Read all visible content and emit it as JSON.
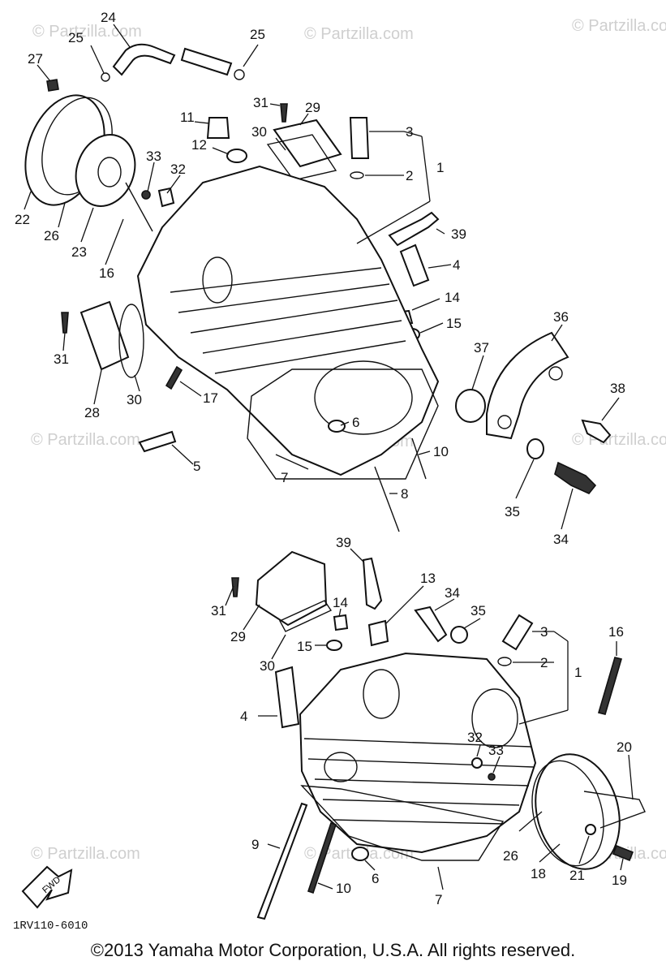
{
  "diagram_code": "1RV110-6010",
  "copyright": "©2013 Yamaha Motor Corporation, U.S.A. All rights reserved.",
  "watermark": "© Partzilla.com",
  "fwd_label": "FWD",
  "callouts_top": [
    "24",
    "25",
    "25",
    "27",
    "31",
    "29",
    "11",
    "3",
    "12",
    "30",
    "2",
    "1",
    "33",
    "32",
    "39",
    "22",
    "26",
    "23",
    "16",
    "4",
    "14",
    "15",
    "36",
    "31",
    "37",
    "17",
    "30",
    "28",
    "6",
    "38",
    "10",
    "5",
    "7",
    "8",
    "35",
    "34"
  ],
  "callouts_bottom": [
    "39",
    "13",
    "34",
    "35",
    "31",
    "14",
    "3",
    "29",
    "15",
    "16",
    "2",
    "1",
    "30",
    "4",
    "32",
    "33",
    "20",
    "9",
    "26",
    "6",
    "18",
    "21",
    "19",
    "10",
    "7"
  ]
}
